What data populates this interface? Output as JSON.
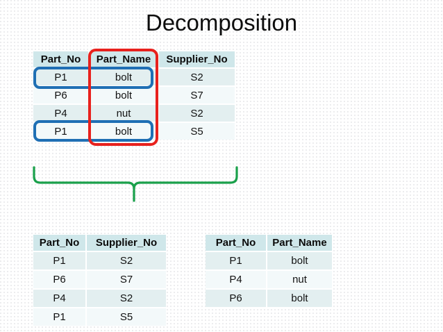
{
  "slide": {
    "title": "Decomposition",
    "background_color": "#ffffff",
    "dot_grid_color": "#969ba5"
  },
  "tables": {
    "original": {
      "name": "original-relation",
      "columns": [
        "Part_No",
        "Part_Name",
        "Supplier_No"
      ],
      "rows": [
        [
          "P1",
          "bolt",
          "S2"
        ],
        [
          "P6",
          "bolt",
          "S7"
        ],
        [
          "P4",
          "nut",
          "S2"
        ],
        [
          "P1",
          "bolt",
          "S5"
        ]
      ]
    },
    "decomposed_left": {
      "name": "decomposed-relation-part-supplier",
      "columns": [
        "Part_No",
        "Supplier_No"
      ],
      "rows": [
        [
          "P1",
          "S2"
        ],
        [
          "P6",
          "S7"
        ],
        [
          "P4",
          "S2"
        ],
        [
          "P1",
          "S5"
        ]
      ]
    },
    "decomposed_right": {
      "name": "decomposed-relation-part-name",
      "columns": [
        "Part_No",
        "Part_Name"
      ],
      "rows": [
        [
          "P1",
          "bolt"
        ],
        [
          "P4",
          "nut"
        ],
        [
          "P6",
          "bolt"
        ]
      ]
    }
  },
  "annotations": {
    "row_highlight_color": "#1f6fb4",
    "column_highlight_color": "#e8211d",
    "brace_color": "#1aa04b",
    "highlighted_rows": [
      1,
      4
    ],
    "highlighted_column": "Part_Name"
  },
  "theme": {
    "header_fill": "#cfe7ea",
    "row_fill_odd": "#e3eff0",
    "row_fill_even": "#f3f9fa",
    "text_color": "#111111"
  }
}
